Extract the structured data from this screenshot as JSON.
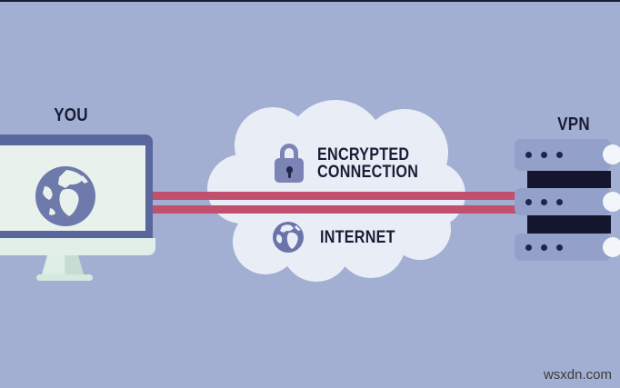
{
  "diagram": {
    "user_label": "YOU",
    "vpn_label": "VPN",
    "cloud": {
      "encrypted_label_line1": "ENCRYPTED",
      "encrypted_label_line2": "CONNECTION",
      "internet_label": "INTERNET"
    },
    "icons": {
      "lock": "lock-icon",
      "internet_globe": "globe-icon",
      "monitor_globe": "globe-on-screen-icon",
      "server_leds": "server-led-dots",
      "server_knob": "server-knob-circle"
    },
    "colors": {
      "background": "#a2afd2",
      "top_border": "#1b1d36",
      "cloud": "#e9edf6",
      "stripes": "#c14f6e",
      "monitor_frame": "#5a679d",
      "monitor_screen": "#e8f1ec",
      "monitor_stand": "#e2efe8",
      "globe_water": "#6e79ac",
      "lock": "#7b84b5",
      "server_unit": "#93a0c9",
      "server_band": "#14162e",
      "led_dot": "#20244a",
      "text": "#181d35",
      "watermark_text": "#3a3a3a"
    }
  },
  "watermark": "wsxdn.com"
}
